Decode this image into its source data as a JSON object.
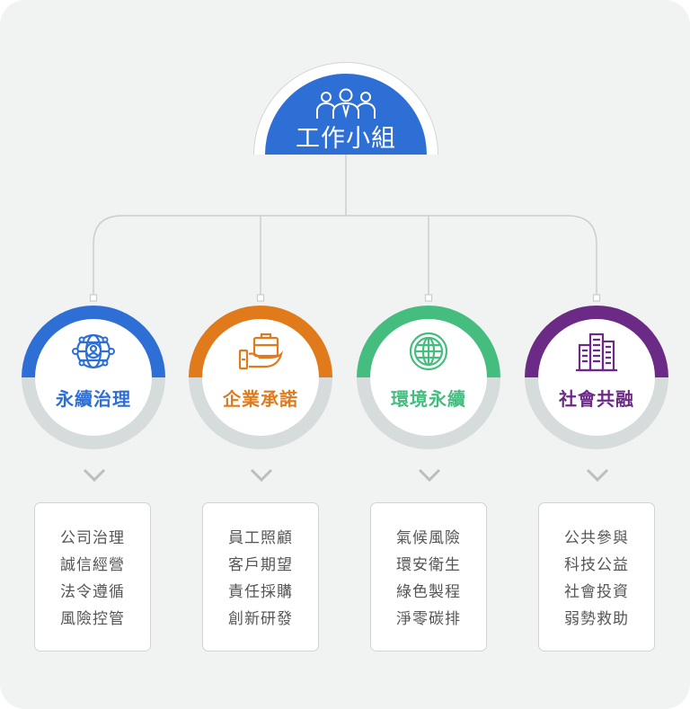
{
  "root": {
    "title": "工作小組",
    "icon": "team-icon",
    "color": "#2e6fd6"
  },
  "pillars": [
    {
      "title": "永續治理",
      "icon": "globe-person-icon",
      "color": "#2e6fd6",
      "items": [
        "公司治理",
        "誠信經營",
        "法令遵循",
        "風險控管"
      ]
    },
    {
      "title": "企業承諾",
      "icon": "briefcase-hand-icon",
      "color": "#e07a1a",
      "items": [
        "員工照顧",
        "客戶期望",
        "責任採購",
        "創新研發"
      ]
    },
    {
      "title": "環境永續",
      "icon": "globe-icon",
      "color": "#45bd7f",
      "items": [
        "氣候風險",
        "環安衛生",
        "綠色製程",
        "淨零碳排"
      ]
    },
    {
      "title": "社會共融",
      "icon": "buildings-icon",
      "color": "#6b2a85",
      "items": [
        "公共參與",
        "科技公益",
        "社會投資",
        "弱勢救助"
      ]
    }
  ]
}
